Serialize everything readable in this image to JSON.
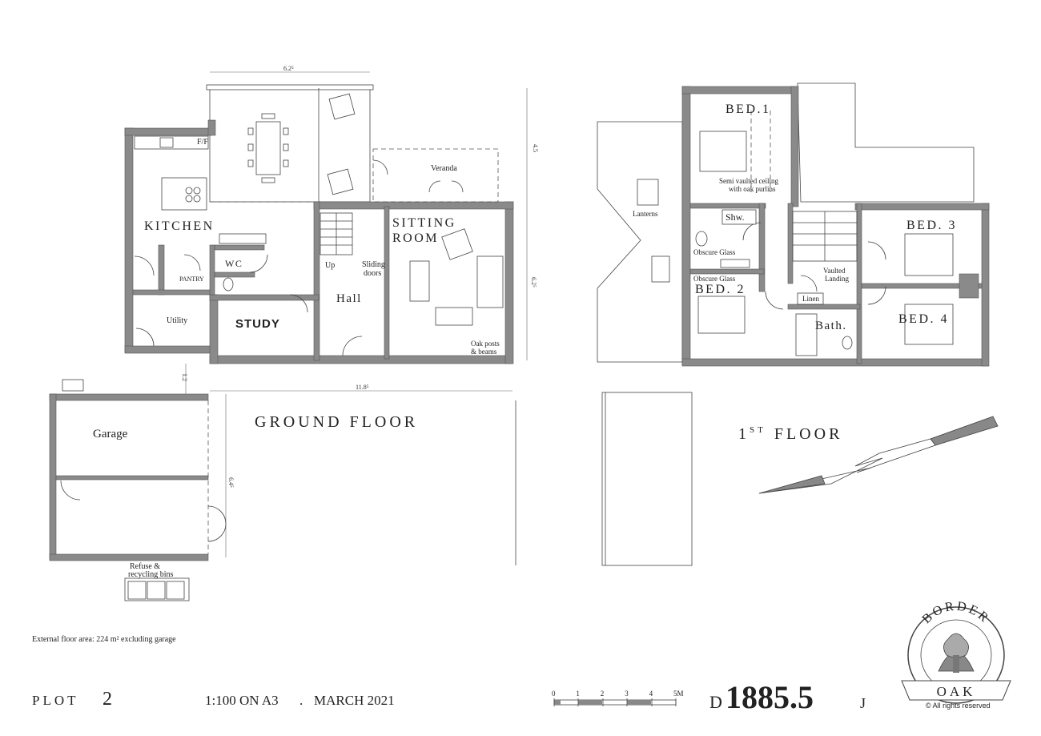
{
  "rooms": {
    "kitchen": "KITCHEN",
    "fp": "F/F",
    "pantry": "PANTRY",
    "wc": "WC",
    "utility": "Utility",
    "study": "STUDY",
    "hall": "Hall",
    "up": "Up",
    "sliding_doors": "Sliding\ndoors",
    "sitting_room_1": "SITTING",
    "sitting_room_2": "ROOM",
    "veranda": "Veranda",
    "oak_posts_1": "Oak posts",
    "oak_posts_2": "& beams",
    "garage": "Garage",
    "refuse_1": "Refuse &",
    "refuse_2": "recycling bins",
    "bed1": "BED.1",
    "semi_vaulted_1": "Semi vaulted ceiling",
    "semi_vaulted_2": "with oak purlins",
    "lanterns": "Lanterns",
    "shw": "Shw.",
    "obscure_glass_1": "Obscure Glass",
    "obscure_glass_2": "Obscure Glass",
    "bed2": "BED. 2",
    "vaulted_1": "Vaulted",
    "vaulted_2": "Landing",
    "linen": "Linen",
    "bath": "Bath.",
    "bed3": "BED. 3",
    "bed4": "BED. 4"
  },
  "dimensions": {
    "top_width": "6.2⁵",
    "right_upper": "4.5",
    "right_lower": "6.2⁵",
    "overall_width": "11.8⁵",
    "garage_gap": "1.2",
    "garage_depth": "6.4⁵"
  },
  "titles": {
    "ground_floor": "GROUND FLOOR",
    "first_floor_num": "1",
    "first_floor_sup": "ST",
    "first_floor_word": "FLOOR"
  },
  "footer": {
    "external_area": "External floor area: 224 m² excluding garage",
    "plot_label": "PLOT",
    "plot_num": "2",
    "scale": "1:100 ON A3",
    "date": "MARCH 2021",
    "drawing_prefix": "D",
    "drawing_number": "1885.5",
    "drawing_suffix": "J",
    "copyright": "© All rights reserved"
  },
  "scale_bar": {
    "ticks": [
      "0",
      "1",
      "2",
      "3",
      "4",
      "5M"
    ]
  },
  "logo": {
    "top_text": "BORDER",
    "bottom_text": "OAK"
  }
}
